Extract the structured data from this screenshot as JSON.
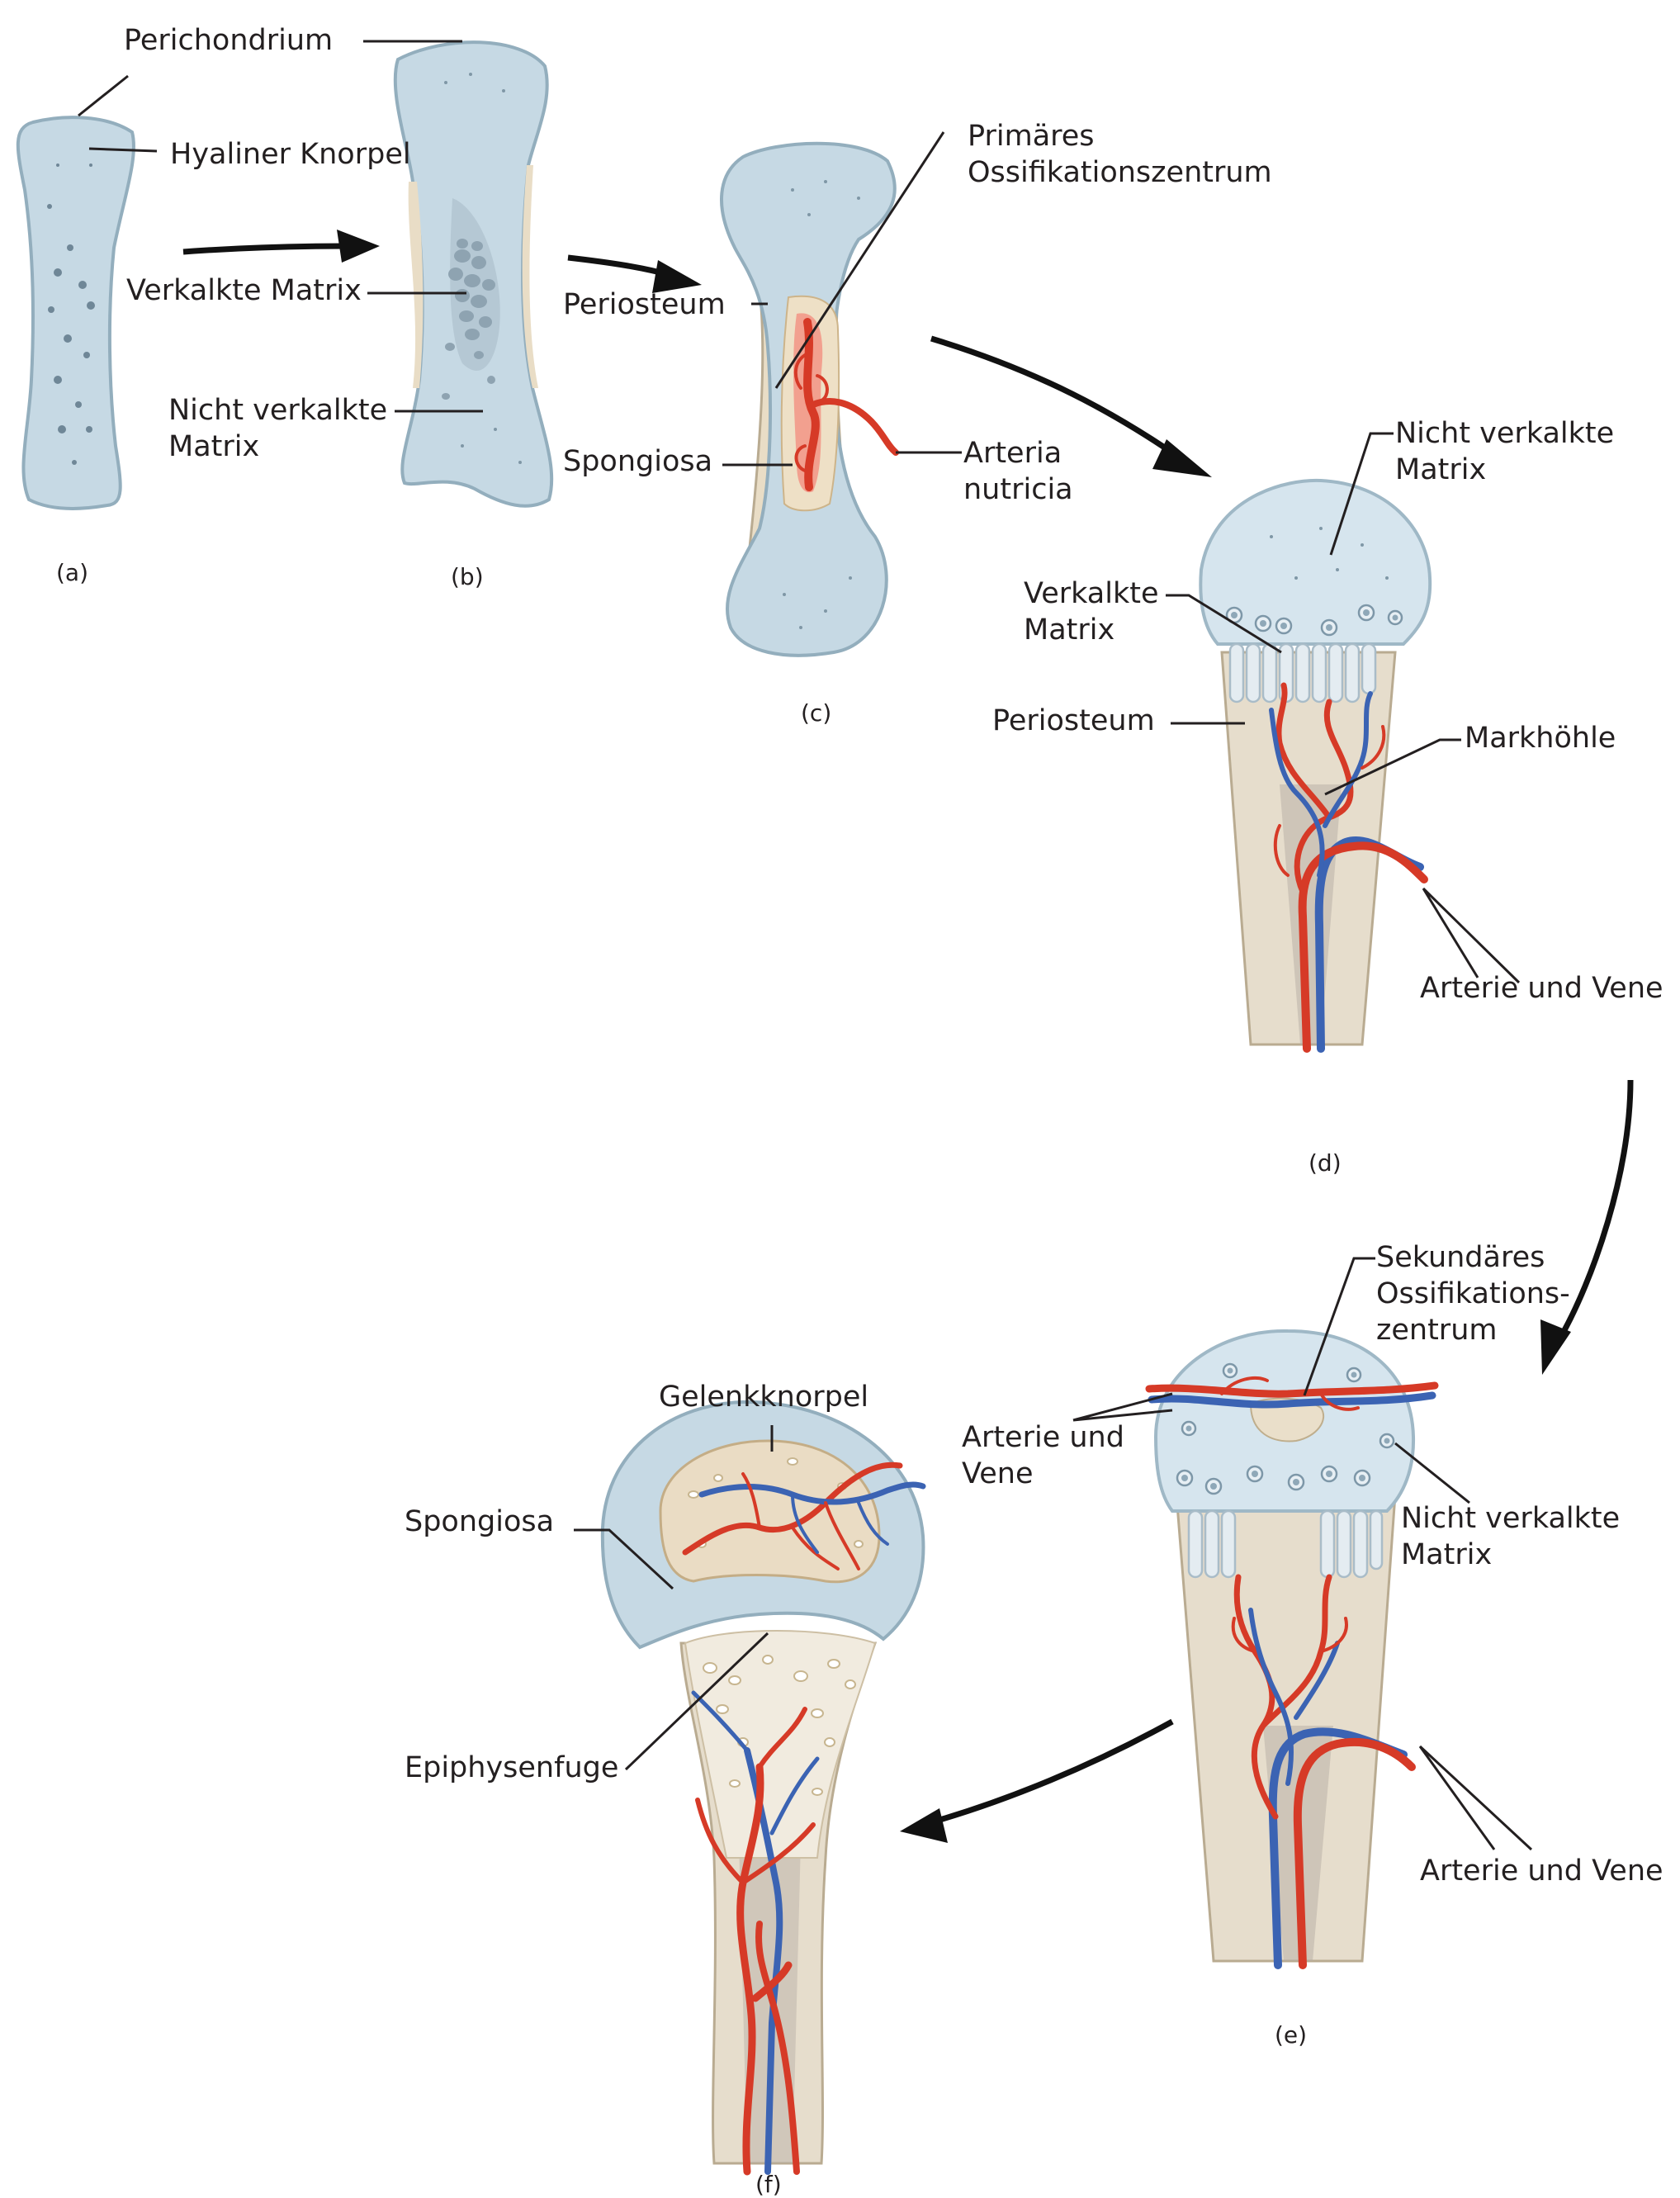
{
  "labels": {
    "a": {
      "perichondrium": "Perichondrium",
      "hyaliner_knorpel": "Hyaliner Knorpel",
      "caption": "(a)"
    },
    "b": {
      "verkalkte_matrix": "Verkalkte Matrix",
      "nicht_verkalkte_line1": "Nicht verkalkte",
      "nicht_verkalkte_line2": "Matrix",
      "caption": "(b)"
    },
    "c": {
      "primaeres_line1": "Primäres",
      "primaeres_line2": "Ossifikationszentrum",
      "periosteum": "Periosteum",
      "spongiosa": "Spongiosa",
      "arteria_line1": "Arteria",
      "arteria_line2": "nutricia",
      "caption": "(c)"
    },
    "d": {
      "nicht_verkalkte_line1": "Nicht verkalkte",
      "nicht_verkalkte_line2": "Matrix",
      "verkalkte_line1": "Verkalkte",
      "verkalkte_line2": "Matrix",
      "periosteum": "Periosteum",
      "markhoehle": "Markhöhle",
      "arterie_vene": "Arterie und Vene",
      "caption": "(d)"
    },
    "e": {
      "sekundaeres_line1": "Sekundäres",
      "sekundaeres_line2": "Ossifikations-",
      "sekundaeres_line3": "zentrum",
      "arterie_vene_line1": "Arterie und",
      "arterie_vene_line2": "Vene",
      "nicht_verkalkte_line1": "Nicht verkalkte",
      "nicht_verkalkte_line2": "Matrix",
      "arterie_vene": "Arterie und Vene",
      "caption": "(e)"
    },
    "f": {
      "gelenkknorpel": "Gelenkknorpel",
      "spongiosa": "Spongiosa",
      "epiphysenfuge": "Epiphysenfuge",
      "caption": "(f)"
    }
  },
  "colors": {
    "cartilage": "#c6d9e4",
    "bone": "#e6ddcc",
    "artery": "#d63a27",
    "vein": "#3b63b3",
    "text": "#231f20"
  }
}
